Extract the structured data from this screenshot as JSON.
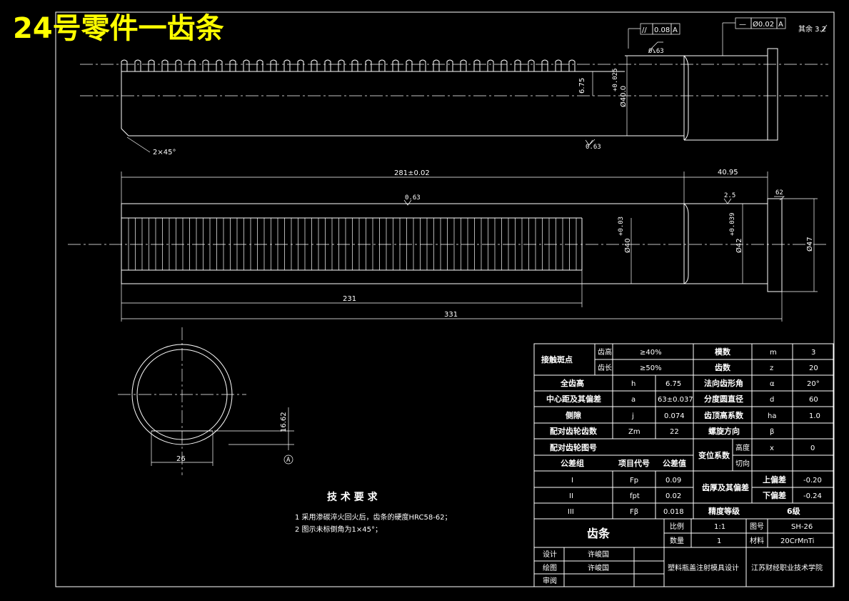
{
  "title": "24号零件一齿条",
  "top_view": {
    "roughness_top": "0.63",
    "roughness_bottom": "0.63",
    "dim_tooth_height": "6.75",
    "dim_diameter": "Ø40.0",
    "dim_diameter_tol": "+0.025",
    "chamfer": "2×45°",
    "tol_parallel_symbol": "//",
    "tol_parallel_value": "0.08",
    "tol_parallel_datum": "A",
    "tol_runout_symbol": "—",
    "tol_runout_value": "Ø0.02",
    "tol_runout_datum": "A",
    "rest_surface": "其余 3.2"
  },
  "front_view": {
    "dim_281": "281±0.02",
    "dim_4095": "40.95",
    "dim_231": "231",
    "dim_331": "331",
    "roughness_mid": "0.63",
    "roughness_shoulder": "2.5",
    "dim_62": "62",
    "dim_d40": "Ø40",
    "dim_d40_tol": "+0.03",
    "dim_d42": "Ø42",
    "dim_d42_tol": "+0.039",
    "dim_d47": "Ø47"
  },
  "section_view": {
    "dim_1662": "16.62",
    "dim_26": "26",
    "datum": "A"
  },
  "tech_requirements": {
    "heading": "技 术 要 求",
    "items": [
      "1  采用渗碳淬火回火后，齿条的硬度HRC58-62；",
      "2  图示未标倒角为1×45°；"
    ]
  },
  "param_table": {
    "contact_label": "接触斑点",
    "tooth_height_label": "齿高",
    "tooth_height_val": "≥40%",
    "tooth_length_label": "齿长",
    "tooth_length_val": "≥50%",
    "module_label": "模数",
    "module_sym": "m",
    "module_val": "3",
    "teeth_label": "齿数",
    "teeth_sym": "z",
    "teeth_val": "20",
    "full_height_label": "全齿高",
    "full_height_sym": "h",
    "full_height_val": "6.75",
    "pressure_label": "法向齿形角",
    "pressure_sym": "α",
    "pressure_val": "20°",
    "center_label": "中心距及其偏差",
    "center_sym": "a",
    "center_val": "63±0.037",
    "pitch_label": "分度圆直径",
    "pitch_sym": "d",
    "pitch_val": "60",
    "clearance_label": "侧隙",
    "clearance_sym": "j",
    "clearance_val": "0.074",
    "addendum_label": "齿顶高系数",
    "addendum_sym": "ha",
    "addendum_val": "1.0",
    "mate_teeth_label": "配对齿轮齿数",
    "mate_teeth_sym": "Zm",
    "mate_teeth_val": "22",
    "helix_label": "螺旋方向",
    "helix_sym": "β",
    "helix_val": "",
    "mate_drawing_label": "配对齿轮图号",
    "shift_label": "变位系数",
    "shift_height_label": "高度",
    "shift_height_sym": "x",
    "shift_height_val": "0",
    "shift_tangent_label": "切向",
    "tol_group_label": "公差组",
    "tol_item_label": "项目代号",
    "tol_value_label": "公差值",
    "tol_rows": [
      {
        "group": "I",
        "item": "Fp",
        "value": "0.09"
      },
      {
        "group": "II",
        "item": "fpt",
        "value": "0.02"
      },
      {
        "group": "III",
        "item": "Fβ",
        "value": "0.018"
      }
    ],
    "thickness_label": "齿厚及其偏差",
    "upper_dev_label": "上偏差",
    "upper_dev_val": "-0.20",
    "lower_dev_label": "下偏差",
    "lower_dev_val": "-0.24",
    "accuracy_label": "精度等级",
    "accuracy_val": "6级"
  },
  "title_block": {
    "part_name": "齿条",
    "scale_label": "比例",
    "scale_val": "1:1",
    "drawing_no_label": "图号",
    "drawing_no_val": "SH-26",
    "qty_label": "数量",
    "qty_val": "1",
    "material_label": "材料",
    "material_val": "20CrMnTi",
    "designer_label": "设计",
    "designer_val": "许峻国",
    "drafter_label": "绘图",
    "drafter_val": "许峻国",
    "reviewer_label": "审阅",
    "project": "塑料瓶盖注射模具设计",
    "school": "江苏财经职业技术学院"
  }
}
